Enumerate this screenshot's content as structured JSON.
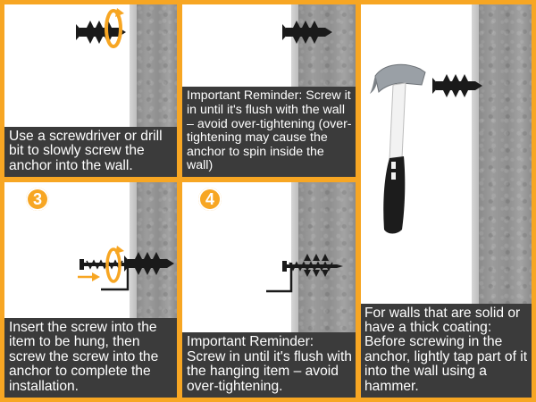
{
  "panels": {
    "step1": {
      "caption": "Use a screwdriver or drill bit to slowly screw the anchor into the wall."
    },
    "step2": {
      "caption": "Important Reminder: Screw it in until it's flush with the wall – avoid over-tightening (over-tightening may cause the anchor to spin inside the wall)"
    },
    "step3": {
      "badge": "3",
      "caption": "Insert the screw into the item to be hung, then screw the screw into the anchor to complete the installation."
    },
    "step4": {
      "badge": "4",
      "caption": "Important Reminder: Screw in until it's flush with the hanging item – avoid over-tightening."
    },
    "hammer_tip": {
      "caption": "For walls that are solid or have a thick coating: Before screwing in the anchor, lightly tap part of it into the wall using a hammer."
    }
  },
  "colors": {
    "border": "#f7a623",
    "caption_bg": "#3b3b3b",
    "rotation_arrow": "#f7a623"
  },
  "icons": [
    "drywall-anchor-icon",
    "rotation-arrow-icon",
    "screw-icon",
    "hammer-icon",
    "hanging-bracket-icon"
  ]
}
